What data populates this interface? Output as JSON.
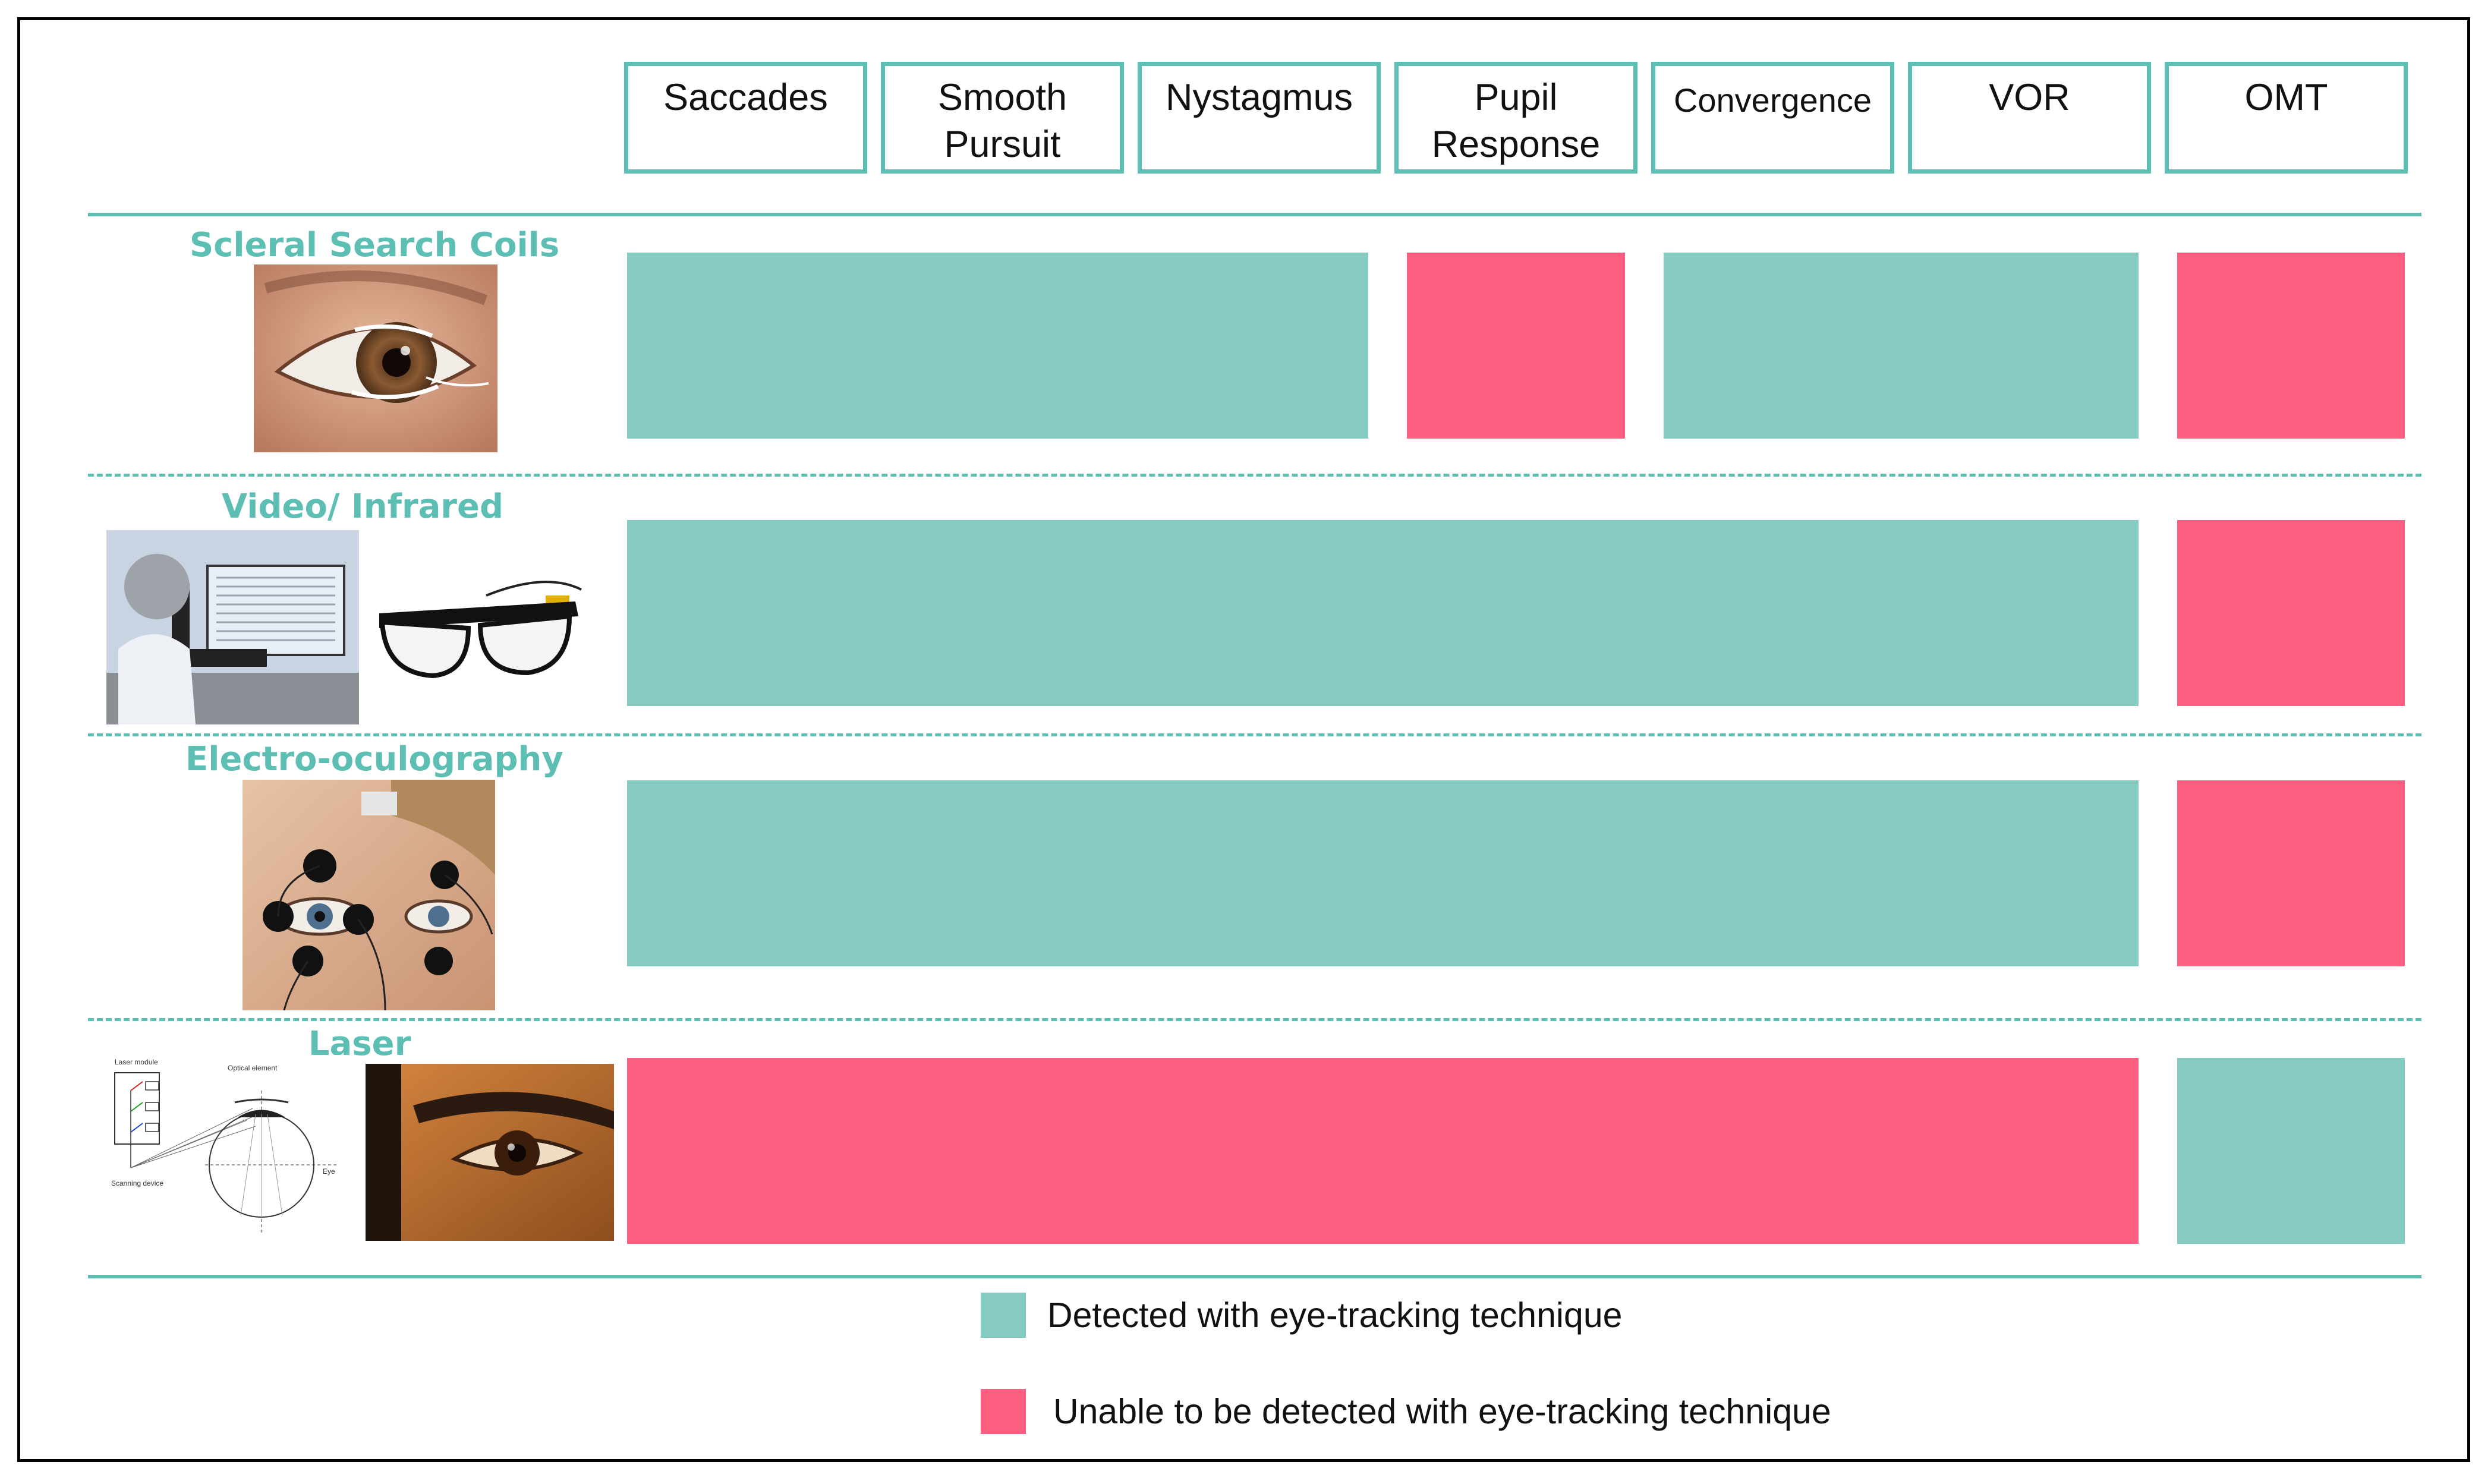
{
  "colors": {
    "detected": "#86cbc1",
    "undetected": "#fd6181",
    "accent": "#5dbfb4"
  },
  "columns": [
    "Saccades",
    "Smooth Pursuit",
    "Nystagmus",
    "Pupil Response",
    "Convergence",
    "VOR",
    "OMT"
  ],
  "rows": [
    {
      "label": "Scleral Search Coils",
      "image": "eye-with-scleral-coil-photo",
      "detected": [
        true,
        true,
        true,
        false,
        true,
        true,
        false
      ]
    },
    {
      "label": "Video/ Infrared",
      "image": "video-infrared-eye-tracker-and-glasses-photos",
      "detected": [
        true,
        true,
        true,
        true,
        true,
        true,
        false
      ]
    },
    {
      "label": "Electro-oculography",
      "image": "face-with-eog-electrodes-photo",
      "detected": [
        true,
        true,
        true,
        true,
        true,
        true,
        false
      ]
    },
    {
      "label": "Laser",
      "image": "laser-scanning-schematic-and-eye-photo",
      "detected": [
        false,
        false,
        false,
        false,
        false,
        false,
        true
      ]
    }
  ],
  "schematic_labels": {
    "laser_module": "Laser module",
    "optical_element": "Optical element",
    "eye": "Eye",
    "scanning_device": "Scanning device"
  },
  "legend": [
    {
      "key": "detected",
      "label": "Detected with eye-tracking technique"
    },
    {
      "key": "undetected",
      "label": "Unable to be detected with eye-tracking technique"
    }
  ]
}
